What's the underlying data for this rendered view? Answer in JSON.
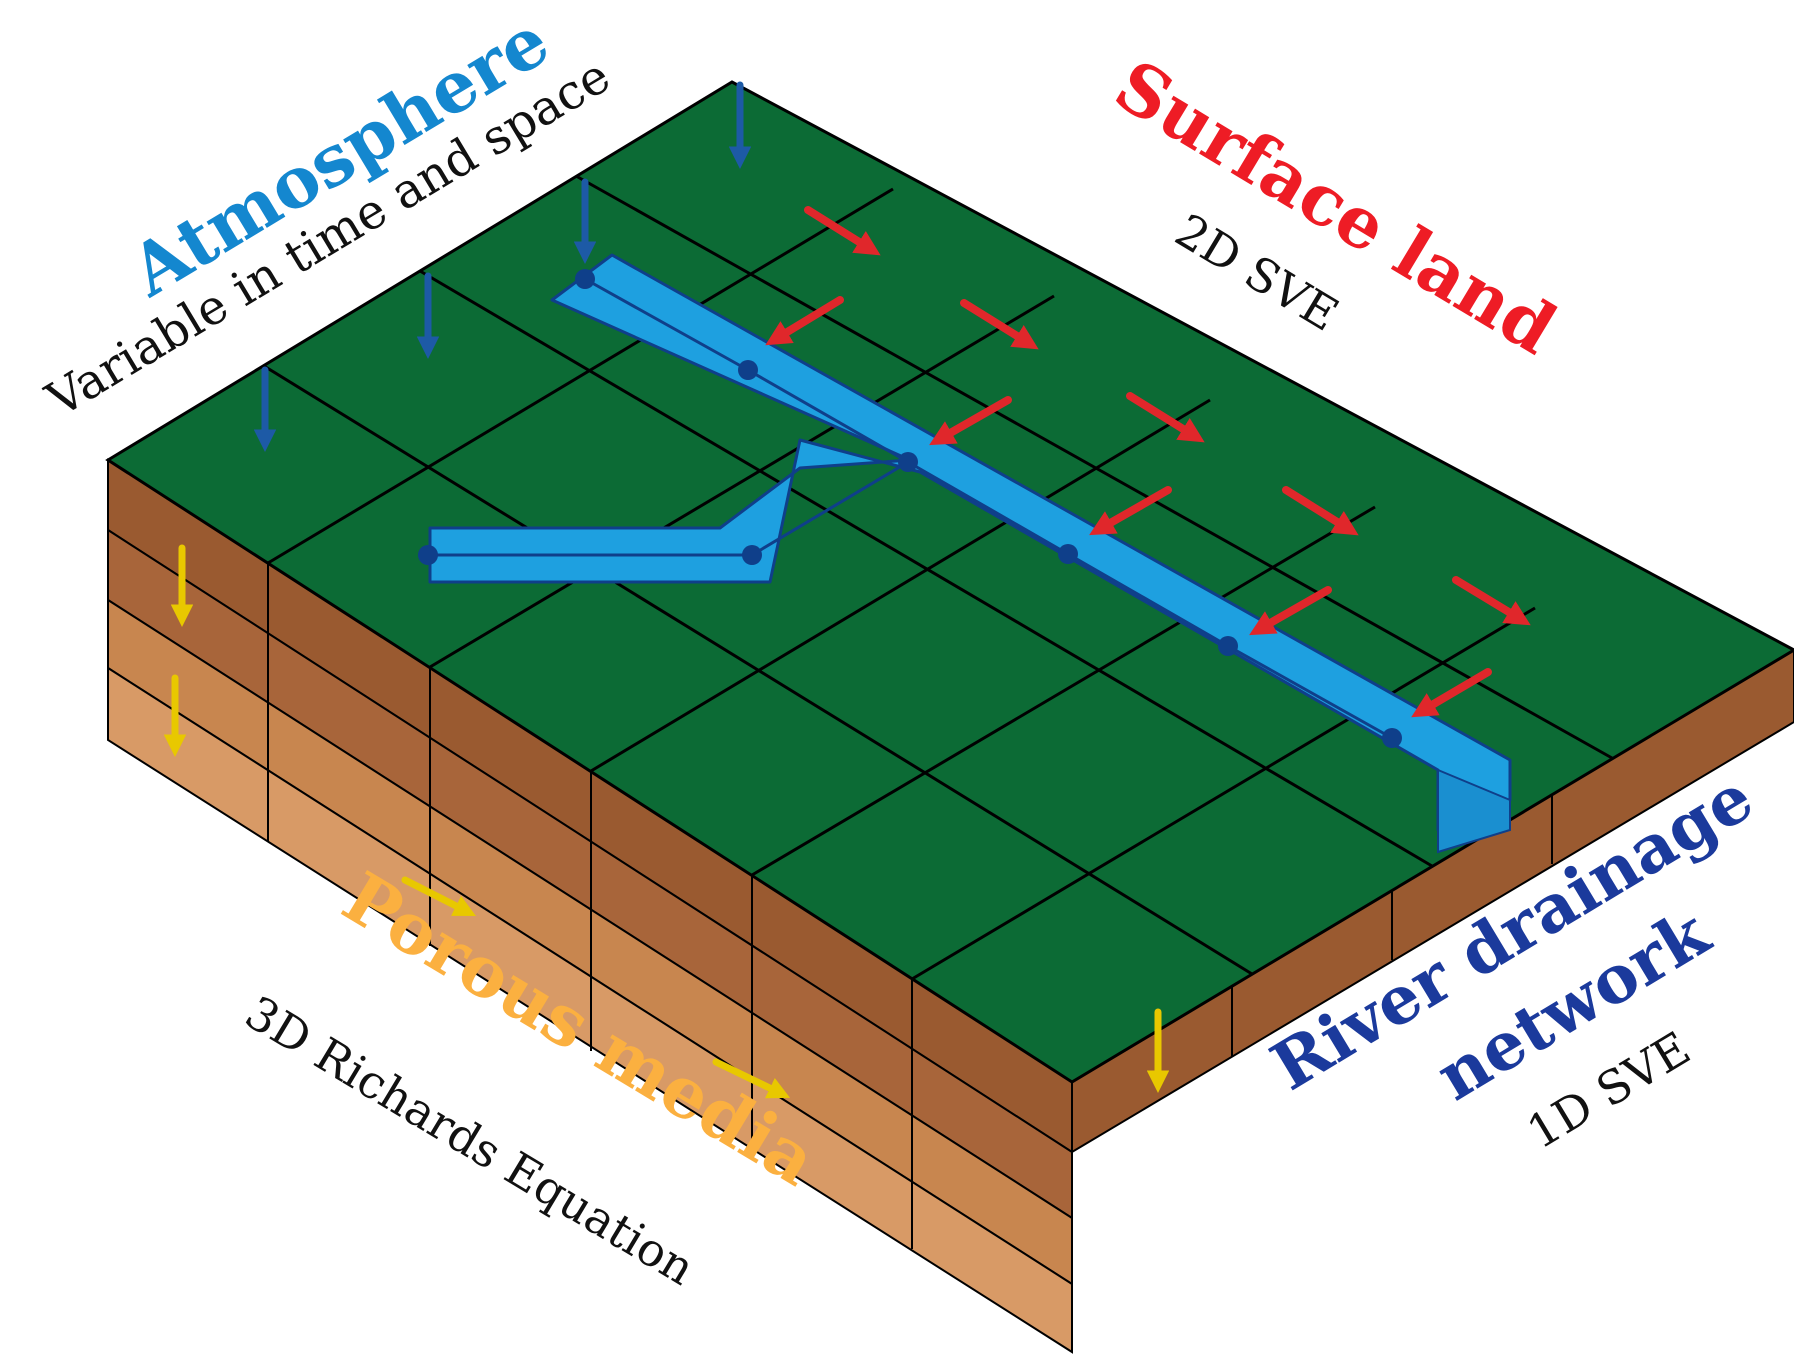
{
  "labels": {
    "atmosphere": {
      "title": "Atmosphere",
      "subtitle": "Variable in time and space"
    },
    "surface": {
      "title": "Surface land",
      "subtitle": "2D SVE"
    },
    "porous": {
      "title": "Porous media",
      "subtitle": "3D Richards Equation"
    },
    "river": {
      "title_line1": "River drainage",
      "title_line2": "network",
      "subtitle": "1D SVE"
    }
  },
  "colors": {
    "atmosphere": "#1487cf",
    "surface": "#ee1c25",
    "porous": "#fbb040",
    "river_label": "#1b3a9c",
    "grass": "#0c6b35",
    "river_fill": "#1ea0e0",
    "river_dark": "#0f3f8a",
    "soil_layer1": "#9a5a30",
    "soil_layer2": "#a8653a",
    "soil_layer3": "#c8864f",
    "soil_layer4": "#d89a66",
    "rain_arrow": "#1d5aa6",
    "flow_arrow": "#e0272b",
    "infiltration_arrow": "#e8c800"
  },
  "icons": {
    "rain": "down-arrow-icon",
    "overland_flow": "diagonal-arrow-icon",
    "infiltration": "yellow-arrow-icon",
    "node": "river-node-icon"
  }
}
